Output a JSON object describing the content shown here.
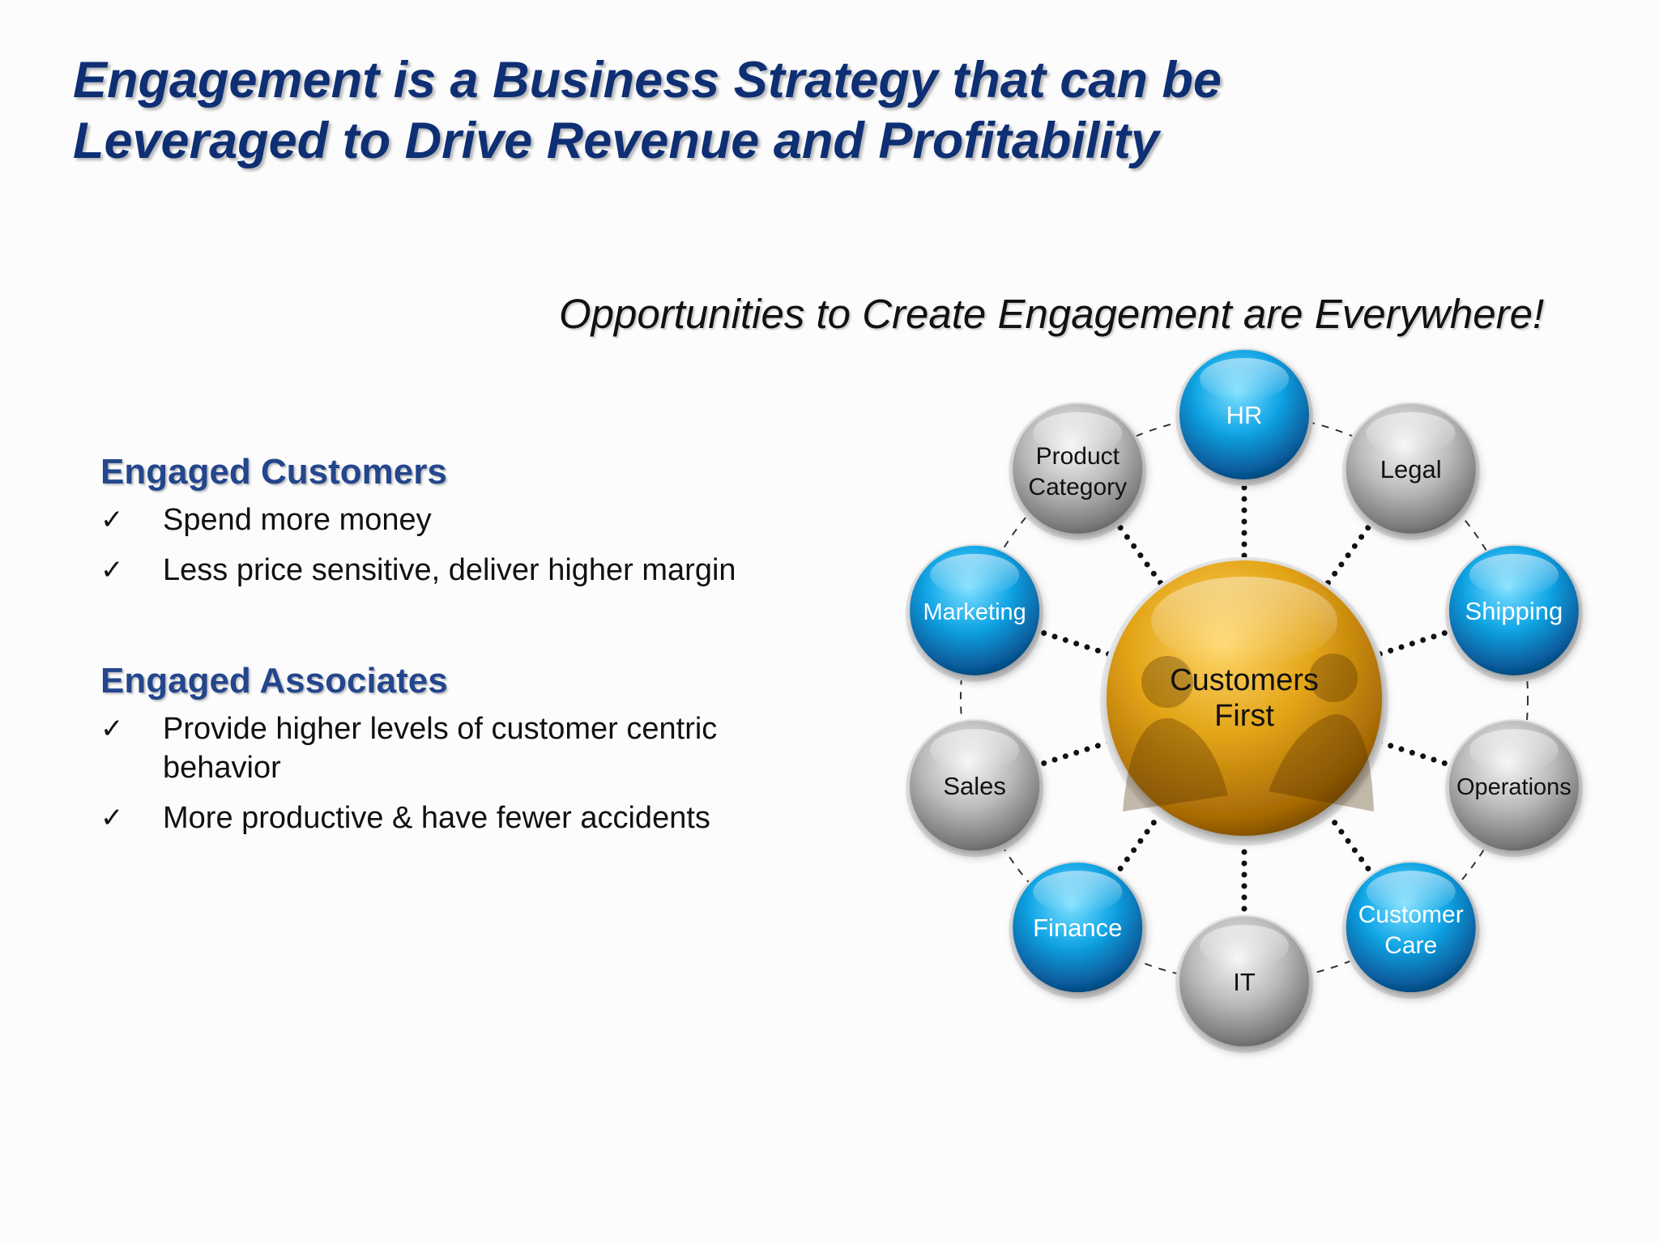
{
  "title": {
    "line1": "Engagement is a Business Strategy that can be",
    "line2": "Leveraged to Drive Revenue and Profitability"
  },
  "subtitle": "Opportunities to Create Engagement are Everywhere!",
  "sections": [
    {
      "heading": "Engaged Customers",
      "bullets": [
        "Spend more money",
        "Less price sensitive, deliver higher margin"
      ]
    },
    {
      "heading": "Engaged Associates",
      "bullets": [
        "Provide higher levels of customer centric behavior",
        "More productive & have fewer accidents"
      ]
    }
  ],
  "check_symbol": "✓",
  "diagram": {
    "center": {
      "lines": [
        "Customers",
        "First"
      ],
      "color": "#e1a514"
    },
    "nodes": [
      {
        "id": "hr",
        "lines": [
          "HR"
        ],
        "color": "blue"
      },
      {
        "id": "legal",
        "lines": [
          "Legal"
        ],
        "color": "gray"
      },
      {
        "id": "shipping",
        "lines": [
          "Shipping"
        ],
        "color": "blue"
      },
      {
        "id": "operations",
        "lines": [
          "Operations"
        ],
        "color": "gray"
      },
      {
        "id": "customer-care",
        "lines": [
          "Customer",
          "Care"
        ],
        "color": "blue"
      },
      {
        "id": "it",
        "lines": [
          "IT"
        ],
        "color": "gray"
      },
      {
        "id": "finance",
        "lines": [
          "Finance"
        ],
        "color": "blue"
      },
      {
        "id": "sales",
        "lines": [
          "Sales"
        ],
        "color": "gray"
      },
      {
        "id": "marketing",
        "lines": [
          "Marketing"
        ],
        "color": "blue"
      },
      {
        "id": "product-category",
        "lines": [
          "Product",
          "Category"
        ],
        "color": "gray"
      }
    ],
    "colors": {
      "blue": "#0a9fe0",
      "gray": "#a9a9a9",
      "title": "#0e2f73",
      "heading": "#23468c"
    }
  }
}
